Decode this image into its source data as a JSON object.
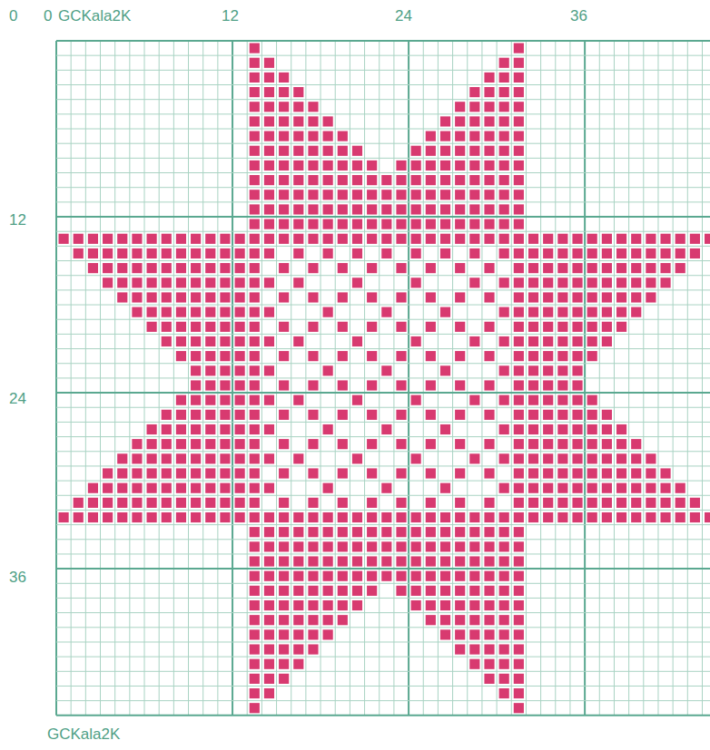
{
  "diagram": {
    "labels": [
      "0",
      "GCKala2K",
      "12",
      "24",
      "36",
      "0",
      "12",
      "24",
      "36",
      "GCKala2K"
    ]
  }
}
